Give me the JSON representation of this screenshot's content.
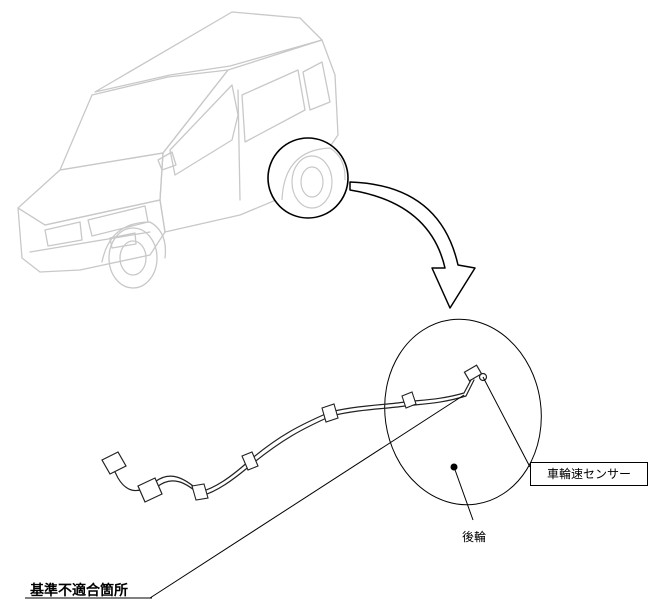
{
  "diagram": {
    "labels": {
      "sensor": "車輪速センサー",
      "wheel": "後輪",
      "defect": "基準不適合箇所"
    },
    "colors": {
      "car_outline": "#c8c8c8",
      "line": "#000000",
      "component": "#222222"
    }
  }
}
